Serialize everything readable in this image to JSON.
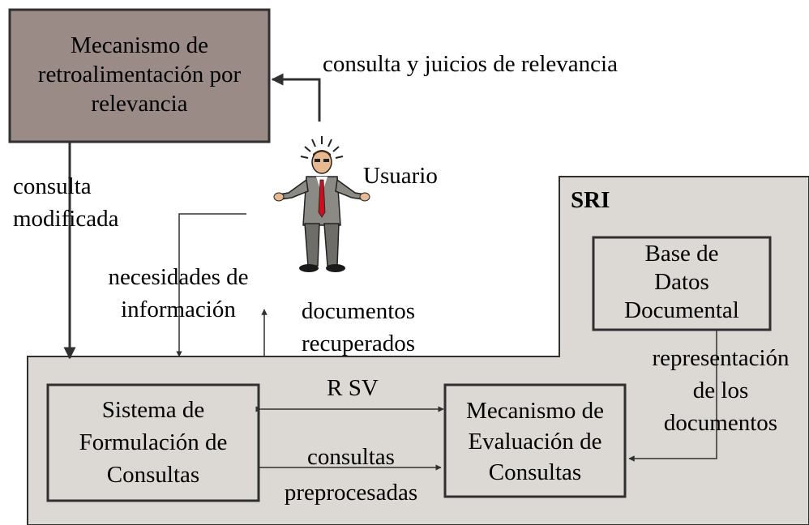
{
  "colors": {
    "feedback_box": "#9b8b87",
    "sri_region": "#dcd8d4",
    "stroke": "#303030",
    "tie": "#c8101c"
  },
  "feedback_box": {
    "lines": [
      "Mecanismo de",
      "retroalimentación por",
      "relevancia"
    ]
  },
  "sri_label": "SRI",
  "user": {
    "label": "Usuario",
    "icon": "user-figure-icon"
  },
  "labels": {
    "consulta_juicios": "consulta y juicios de relevancia",
    "consulta_modificada": [
      "consulta",
      "modificada"
    ],
    "necesidades": [
      "necesidades de",
      "información"
    ],
    "documentos_recuperados": [
      "documentos",
      "recuperados"
    ],
    "representacion": [
      "representación",
      "de los",
      "documentos"
    ],
    "rsv": "R SV",
    "consultas_preprocesadas": [
      "consultas",
      "preprocesadas"
    ]
  },
  "base_datos": {
    "lines": [
      "Base de",
      "Datos",
      "Documental"
    ]
  },
  "sistema_formulacion": {
    "lines": [
      "Sistema de",
      "Formulación de",
      "Consultas"
    ]
  },
  "mecanismo_evaluacion": {
    "lines": [
      "Mecanismo de",
      "Evaluación de",
      "Consultas"
    ]
  }
}
